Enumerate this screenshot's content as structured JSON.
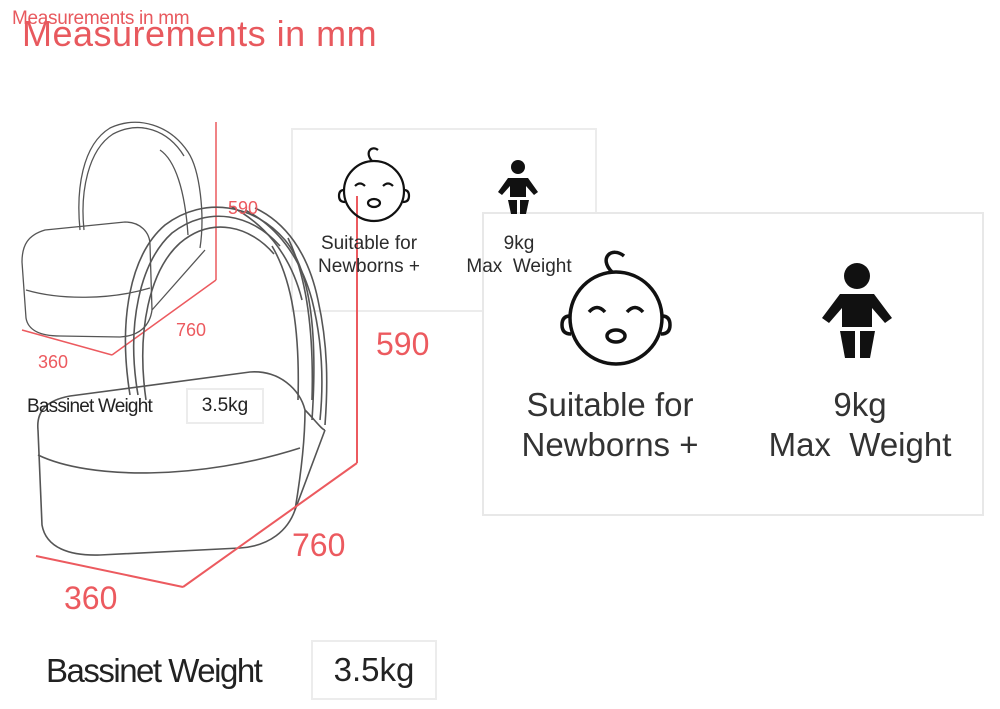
{
  "title": "Measurements in mm",
  "dimensions": {
    "height": "590",
    "length": "760",
    "width": "360"
  },
  "features": {
    "newborn": {
      "line1": "Suitable for",
      "line2": "Newborns +",
      "icon": "baby-face-icon"
    },
    "weight": {
      "line1": "9kg",
      "line2": "Max  Weight",
      "icon": "baby-figure-icon"
    }
  },
  "bassinet_weight": {
    "label": "Bassinet Weight",
    "value": "3.5kg"
  },
  "colors": {
    "accent": "#ec5a5f",
    "outline": "#555555",
    "text": "#2b2b2b"
  }
}
